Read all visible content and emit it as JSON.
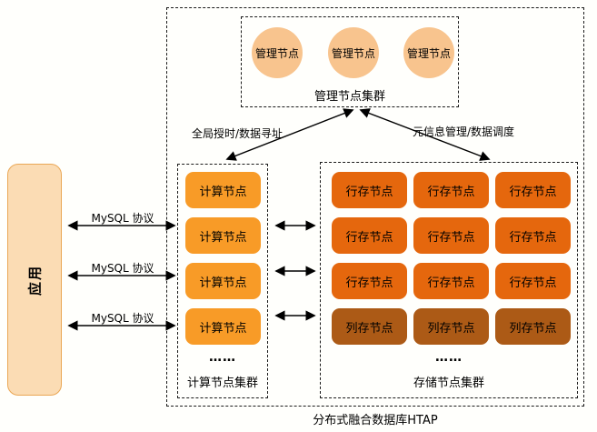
{
  "diagram": {
    "title": "分布式融合数据库HTAP",
    "app": {
      "label": "应用"
    },
    "management_cluster": {
      "label": "管理节点集群",
      "nodes": [
        "管理节点",
        "管理节点",
        "管理节点"
      ]
    },
    "compute_cluster": {
      "label": "计算节点集群",
      "nodes": [
        "计算节点",
        "计算节点",
        "计算节点",
        "计算节点"
      ],
      "ellipsis": "……"
    },
    "storage_cluster": {
      "label": "存储节点集群",
      "row_nodes": [
        "行存节点",
        "行存节点",
        "行存节点",
        "行存节点",
        "行存节点",
        "行存节点",
        "行存节点",
        "行存节点",
        "行存节点"
      ],
      "column_nodes": [
        "列存节点",
        "列存节点",
        "列存节点"
      ],
      "ellipsis": "……"
    },
    "edges": {
      "mysql_labels": [
        "MySQL 协议",
        "MySQL 协议",
        "MySQL 协议"
      ],
      "management_compute_label": "全局授时/数据寻址",
      "management_storage_label": "元信息管理/数据调度"
    },
    "colors": {
      "app_fill": "#fbdcb4",
      "app_border": "#eaa755",
      "management_node_fill": "#f8c48e",
      "compute_node_fill": "#f89b27",
      "row_store_fill": "#e5670d",
      "column_store_fill": "#ac5a16",
      "line": "#000000"
    }
  }
}
